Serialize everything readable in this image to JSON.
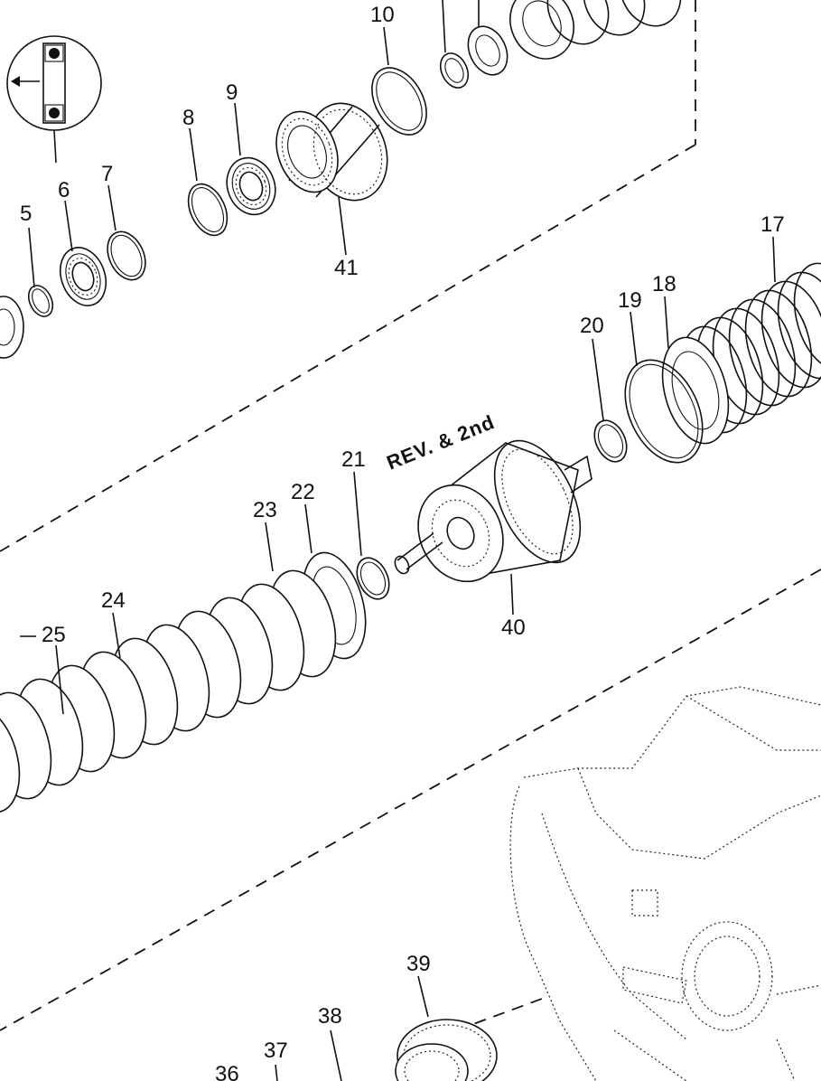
{
  "diagram": {
    "section_label": "REV. & 2nd",
    "callouts": {
      "c5": "5",
      "c6": "6",
      "c7": "7",
      "c8": "8",
      "c9": "9",
      "c10": "10",
      "c17": "17",
      "c18": "18",
      "c19": "19",
      "c20": "20",
      "c21": "21",
      "c22": "22",
      "c23": "23",
      "c24": "24",
      "c25": "25",
      "c36": "36",
      "c37": "37",
      "c38": "38",
      "c39": "39",
      "c40": "40",
      "c41": "41"
    },
    "colors": {
      "ink": "#111111",
      "background": "#ffffff"
    }
  }
}
